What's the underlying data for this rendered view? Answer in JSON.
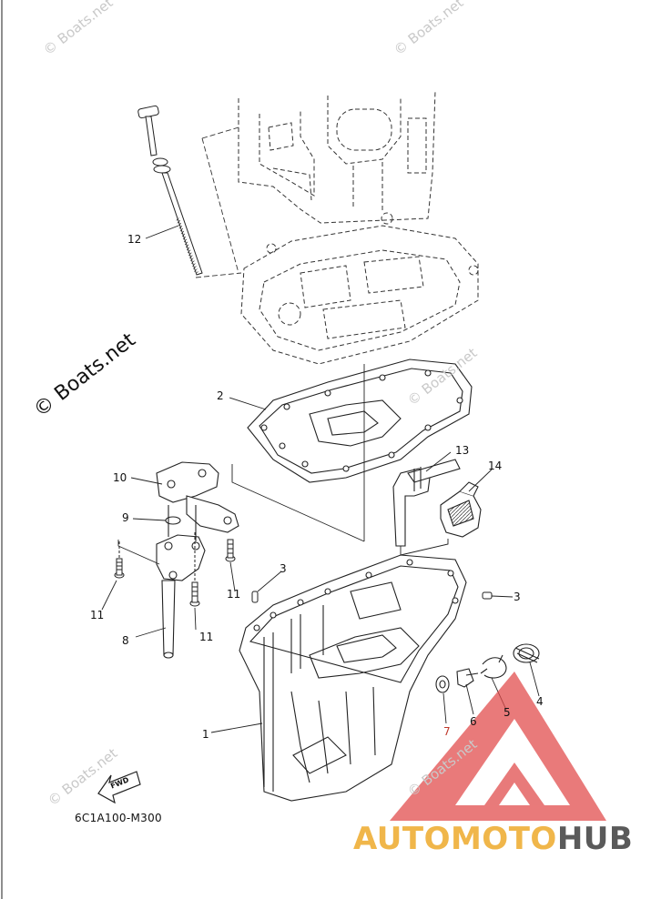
{
  "watermarks": {
    "small": "© Boats.net",
    "large": "© Boats.net"
  },
  "callouts": [
    {
      "id": "12",
      "label": "12"
    },
    {
      "id": "2",
      "label": "2"
    },
    {
      "id": "13",
      "label": "13"
    },
    {
      "id": "14",
      "label": "14"
    },
    {
      "id": "10",
      "label": "10"
    },
    {
      "id": "9",
      "label": "9"
    },
    {
      "id": "3a",
      "label": "3"
    },
    {
      "id": "3b",
      "label": "3"
    },
    {
      "id": "11a",
      "label": "11"
    },
    {
      "id": "11b",
      "label": "11"
    },
    {
      "id": "11c",
      "label": "11"
    },
    {
      "id": "8",
      "label": "8"
    },
    {
      "id": "1",
      "label": "1"
    },
    {
      "id": "7",
      "label": "7"
    },
    {
      "id": "6",
      "label": "6"
    },
    {
      "id": "5",
      "label": "5"
    },
    {
      "id": "4",
      "label": "4"
    }
  ],
  "fwd_label": "FWD",
  "diagram_code": "6C1A100-M300",
  "brand": {
    "part1": "AUTOMOTO",
    "part2": "HUB"
  },
  "colors": {
    "line": "#222222",
    "watermark": "#c9c9c9",
    "logo_red": "#e04848",
    "brand_gold": "#f0b64a",
    "brand_gray": "#5a5a5a"
  }
}
